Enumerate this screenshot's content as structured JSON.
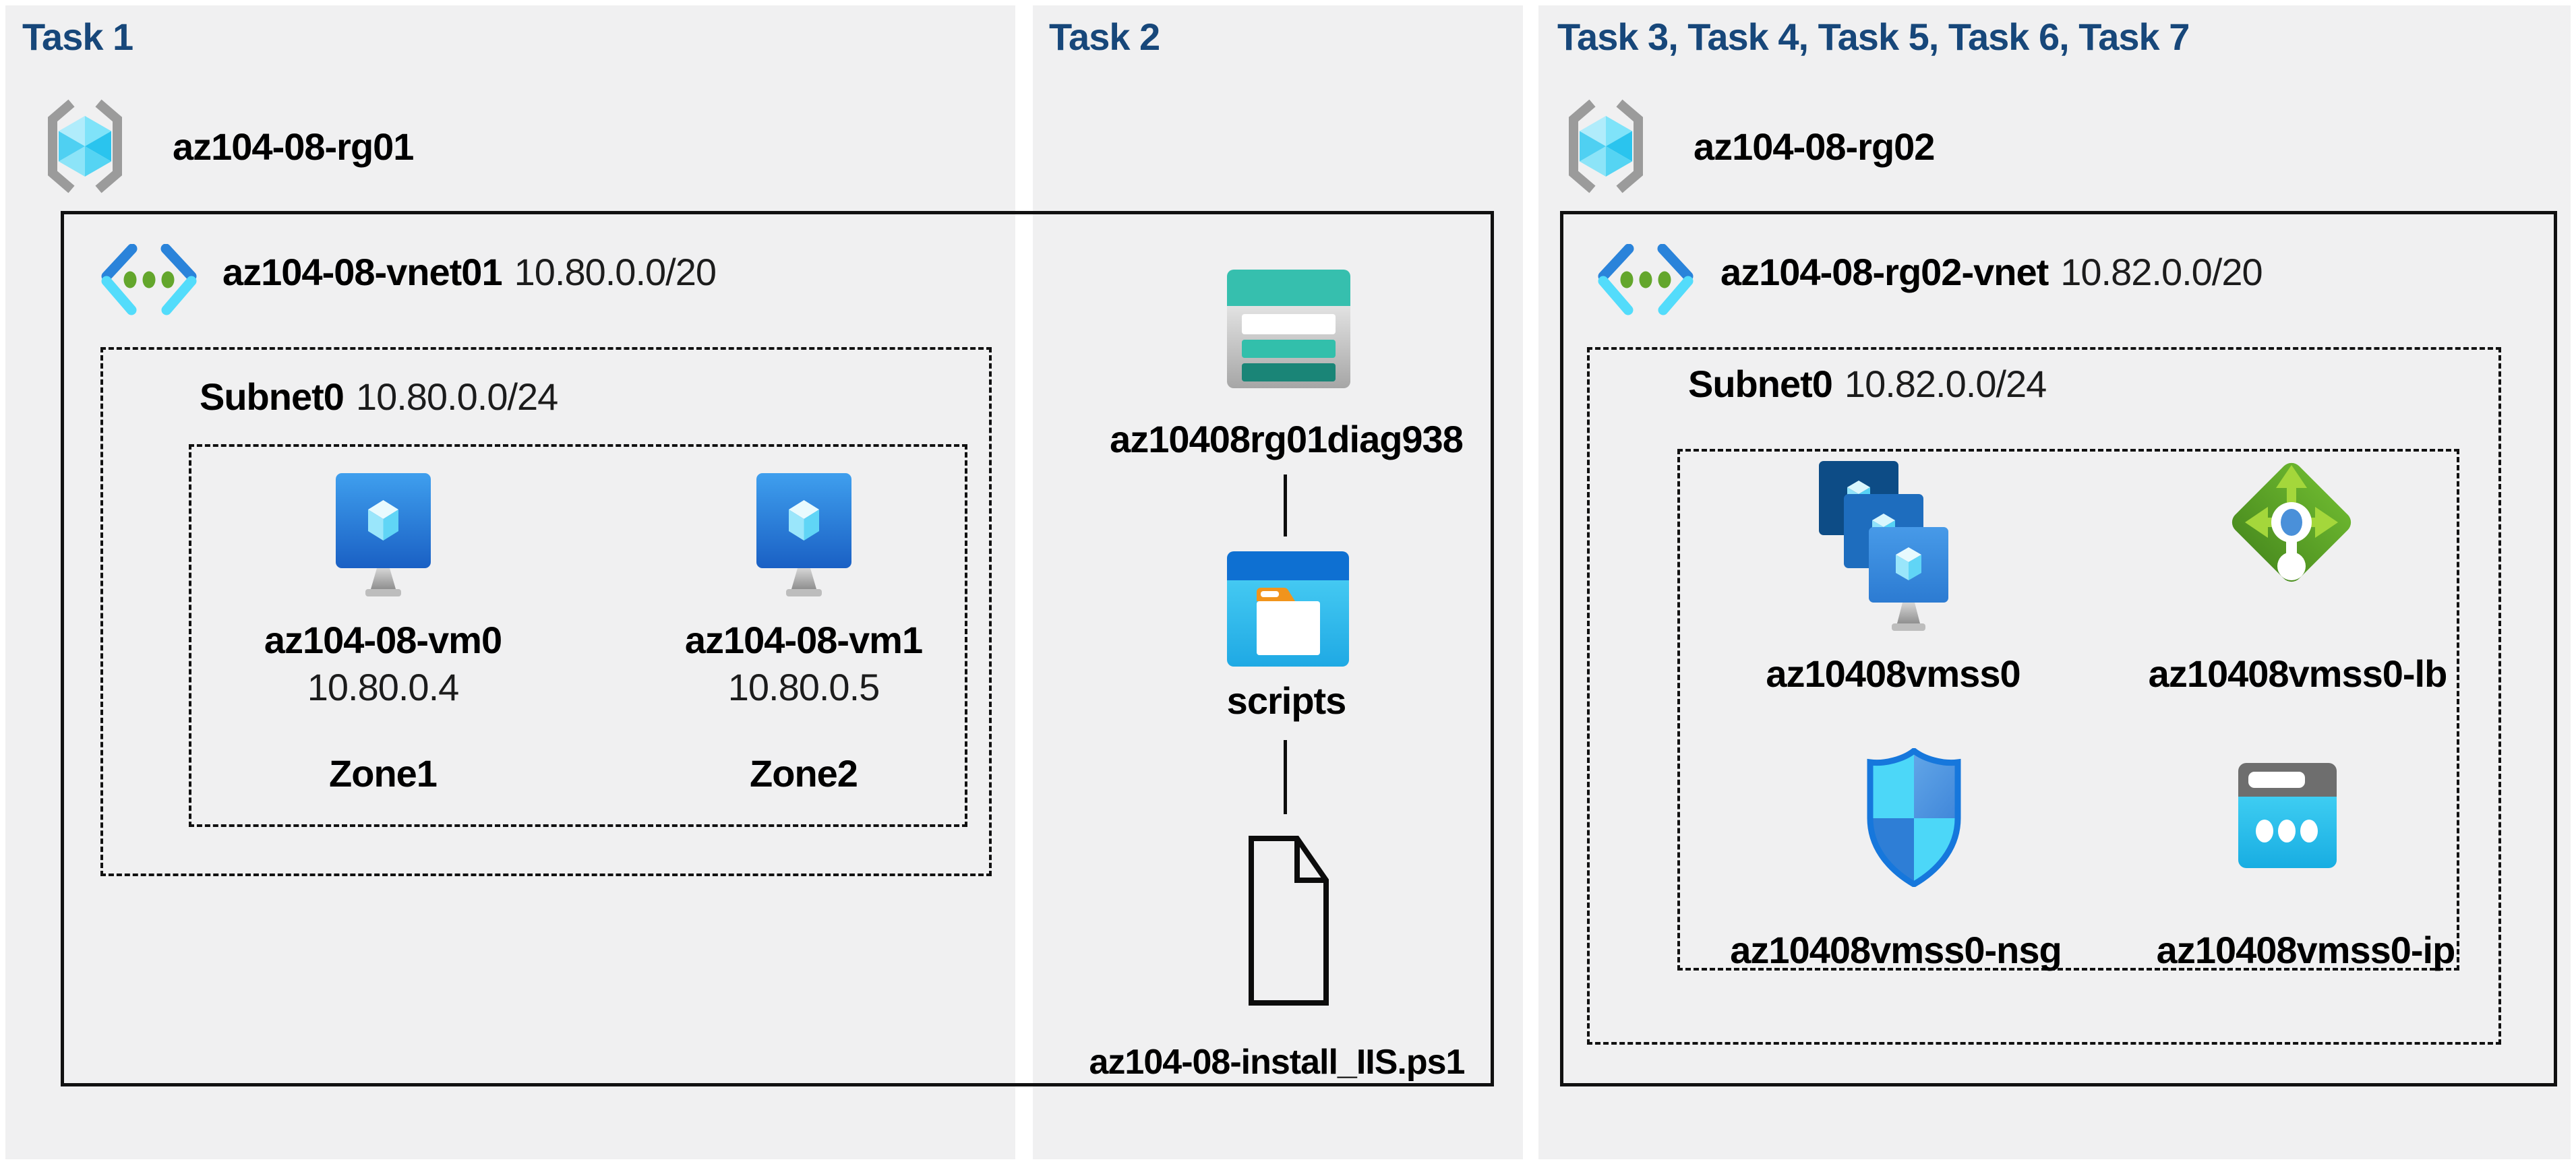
{
  "colors": {
    "panel-bg": "#f0f0f1",
    "header-navy": "#17477a",
    "outline": "#111111",
    "azure-blue": "#2a83da",
    "azure-cyan": "#53dcfb",
    "vnet-dot-green": "#63a62c",
    "lb-green": "#5fa829",
    "storage-teal": "#36bfae",
    "nsg-blue": "#1677dc",
    "ip-cyan": "#2bc2ec"
  },
  "task1": {
    "header": "Task 1",
    "resource_group": "az104-08-rg01",
    "vnet_name": "az104-08-vnet01",
    "vnet_cidr": "10.80.0.0/20",
    "subnet_name": "Subnet0",
    "subnet_cidr": "10.80.0.0/24",
    "vms": [
      {
        "name": "az104-08-vm0",
        "ip": "10.80.0.4",
        "zone": "Zone1"
      },
      {
        "name": "az104-08-vm1",
        "ip": "10.80.0.5",
        "zone": "Zone2"
      }
    ]
  },
  "task2": {
    "header": "Task 2",
    "storage_account": "az10408rg01diag938",
    "container": "scripts",
    "script_file": "az104-08-install_IIS.ps1"
  },
  "task3": {
    "header": "Task 3, Task 4, Task 5, Task 6, Task 7",
    "resource_group": "az104-08-rg02",
    "vnet_name": "az104-08-rg02-vnet",
    "vnet_cidr": "10.82.0.0/20",
    "subnet_name": "Subnet0",
    "subnet_cidr": "10.82.0.0/24",
    "vmss": "az10408vmss0",
    "load_balancer": "az10408vmss0-lb",
    "nsg": "az10408vmss0-nsg",
    "public_ip": "az10408vmss0-ip"
  }
}
